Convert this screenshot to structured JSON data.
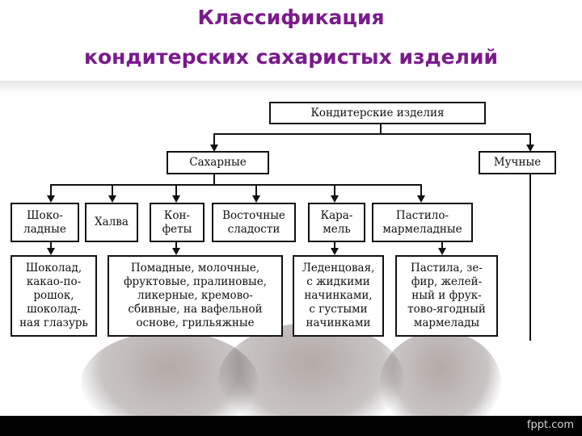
{
  "slide": {
    "title_line1": "Классификация",
    "title_line2": "кондитерских сахаристых изделий",
    "brand": "fppt.com",
    "title_color": "#7b1a8c"
  },
  "diagram": {
    "root": "Кондитерские изделия",
    "sugar": "Сахарные",
    "flour": "Мучные",
    "categories": [
      "Шоко-\nладные",
      "Халва",
      "Кон-\nфеты",
      "Восточные\nсладости",
      "Кара-\nмель",
      "Пастило-\nмармеладные"
    ],
    "details": [
      "Шоколад,\nкакао-по-\nрошок,\nшоколад-\nная глазурь",
      "Помадные, молочные,\nфруктовые, пралиновые,\nликерные, кремово-\nсбивные, на вафельной\nоснове, грильяжные",
      "Леденцовая,\nс жидкими\nначинками,\nс густыми\nначинками",
      "Пастила, зе-\nфир, желей-\nный и фрук-\nтово-ягодный\nмармелады"
    ]
  }
}
